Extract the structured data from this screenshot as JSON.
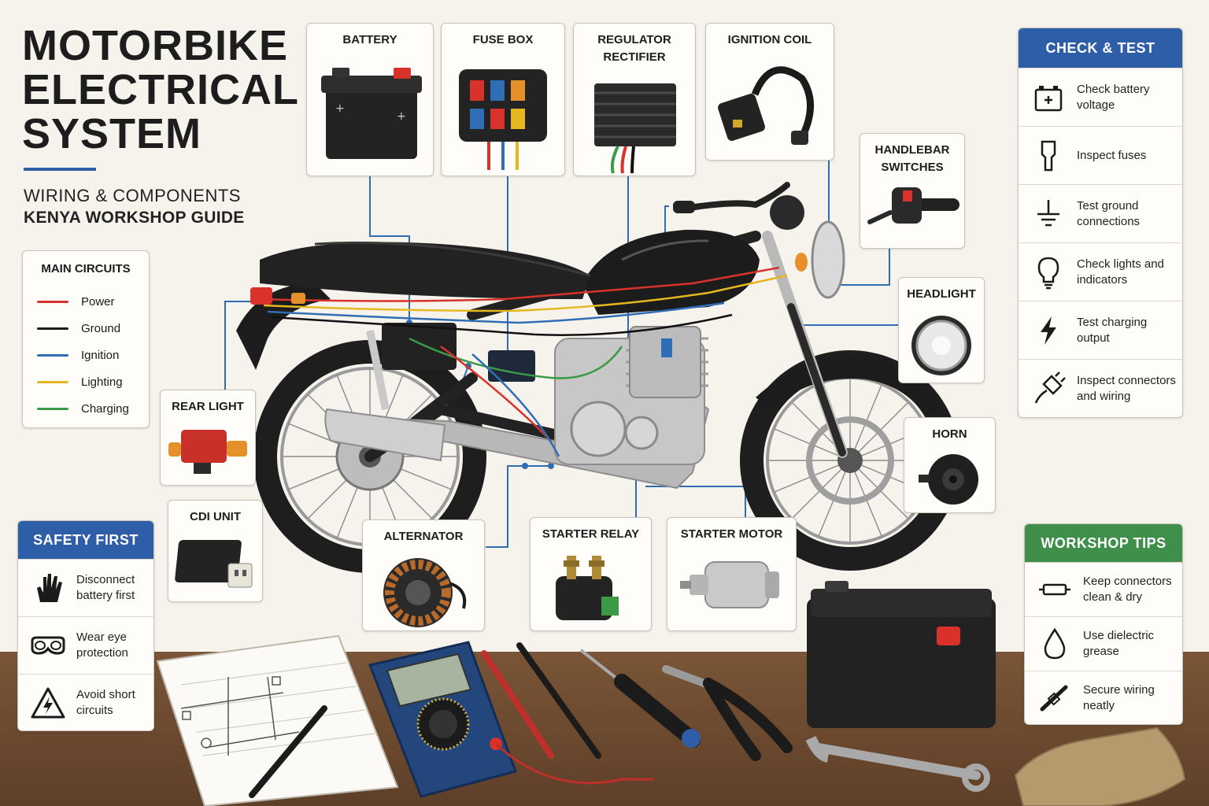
{
  "title": "MOTORBIKE ELECTRICAL SYSTEM",
  "subtitle_line1": "WIRING & COMPONENTS",
  "subtitle_line2": "KENYA WORKSHOP GUIDE",
  "colors": {
    "power": "#d8322a",
    "ground": "#1b1b1b",
    "ignition": "#2f6db5",
    "lighting": "#e6b820",
    "charging": "#3c9a46",
    "blue_header": "#2f5ea8",
    "green_header": "#3f8f4a"
  },
  "legend": {
    "title": "MAIN CIRCUITS",
    "items": [
      {
        "label": "Power",
        "color": "#d8322a"
      },
      {
        "label": "Ground",
        "color": "#1b1b1b"
      },
      {
        "label": "Ignition",
        "color": "#2f6db5"
      },
      {
        "label": "Lighting",
        "color": "#e6b820"
      },
      {
        "label": "Charging",
        "color": "#3c9a46"
      }
    ]
  },
  "components": {
    "battery": "BATTERY",
    "fuse_box": "FUSE BOX",
    "regulator_1": "REGULATOR",
    "regulator_2": "RECTIFIER",
    "ignition_coil": "IGNITION COIL",
    "handlebar_1": "HANDLEBAR",
    "handlebar_2": "SWITCHES",
    "headlight": "HEADLIGHT",
    "horn": "HORN",
    "rear_light": "REAR LIGHT",
    "cdi_unit": "CDI UNIT",
    "alternator": "ALTERNATOR",
    "starter_relay": "STARTER RELAY",
    "starter_motor": "STARTER MOTOR"
  },
  "safety": {
    "title": "SAFETY FIRST",
    "items": [
      {
        "icon": "hand-stop-icon",
        "label": "Disconnect battery first"
      },
      {
        "icon": "goggles-icon",
        "label": "Wear eye protection"
      },
      {
        "icon": "warning-shock-icon",
        "label": "Avoid short circuits"
      }
    ]
  },
  "check": {
    "title": "CHECK & TEST",
    "items": [
      {
        "icon": "battery-icon",
        "label": "Check battery voltage"
      },
      {
        "icon": "fuse-icon",
        "label": "Inspect fuses"
      },
      {
        "icon": "ground-icon",
        "label": "Test ground connections"
      },
      {
        "icon": "bulb-icon",
        "label": "Check lights and indicators"
      },
      {
        "icon": "lightning-icon",
        "label": "Test charging output"
      },
      {
        "icon": "plug-icon",
        "label": "Inspect connectors and wiring"
      }
    ]
  },
  "tips": {
    "title": "WORKSHOP TIPS",
    "items": [
      {
        "icon": "connector-icon",
        "label": "Keep connectors clean & dry"
      },
      {
        "icon": "drop-icon",
        "label": "Use dielectric grease"
      },
      {
        "icon": "cable-tie-icon",
        "label": "Secure wiring neatly"
      }
    ]
  }
}
